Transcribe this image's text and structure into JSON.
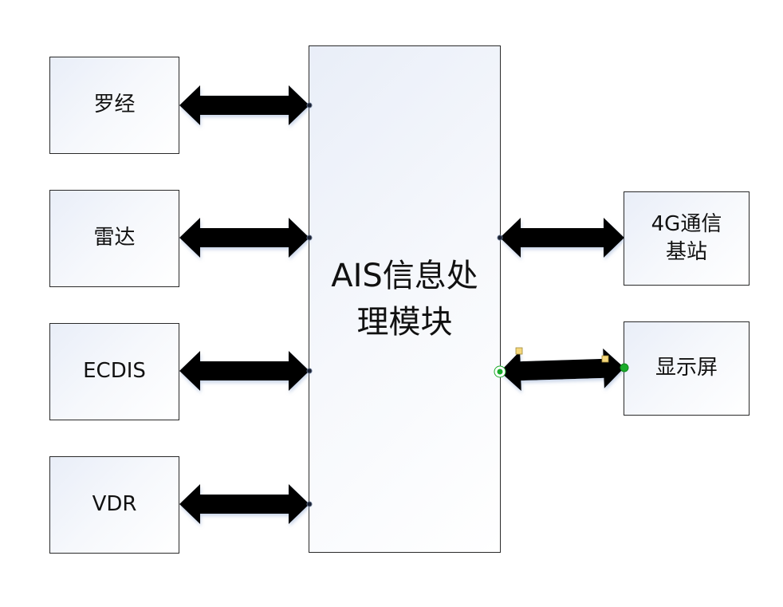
{
  "diagram": {
    "center": {
      "label_line1": "AIS信息处",
      "label_line2": "理模块"
    },
    "left_nodes": [
      {
        "label": "罗经"
      },
      {
        "label": "雷达"
      },
      {
        "label": "ECDIS"
      },
      {
        "label": "VDR"
      }
    ],
    "right_nodes": [
      {
        "label_line1": "4G通信",
        "label_line2": "基站"
      },
      {
        "label_line1": "显示屏",
        "label_line2": ""
      }
    ],
    "connections": [
      {
        "from": "罗经",
        "to": "AIS信息处理模块",
        "type": "bidirectional"
      },
      {
        "from": "雷达",
        "to": "AIS信息处理模块",
        "type": "bidirectional"
      },
      {
        "from": "ECDIS",
        "to": "AIS信息处理模块",
        "type": "bidirectional"
      },
      {
        "from": "VDR",
        "to": "AIS信息处理模块",
        "type": "bidirectional"
      },
      {
        "from": "AIS信息处理模块",
        "to": "4G通信基站",
        "type": "bidirectional"
      },
      {
        "from": "AIS信息处理模块",
        "to": "显示屏",
        "type": "bidirectional",
        "selected": true
      }
    ],
    "colors": {
      "arrow": "#000000",
      "border": "#2a2a2a",
      "selection_handle": "#f5d77a",
      "selection_endpoint": "#1aab2a"
    }
  }
}
